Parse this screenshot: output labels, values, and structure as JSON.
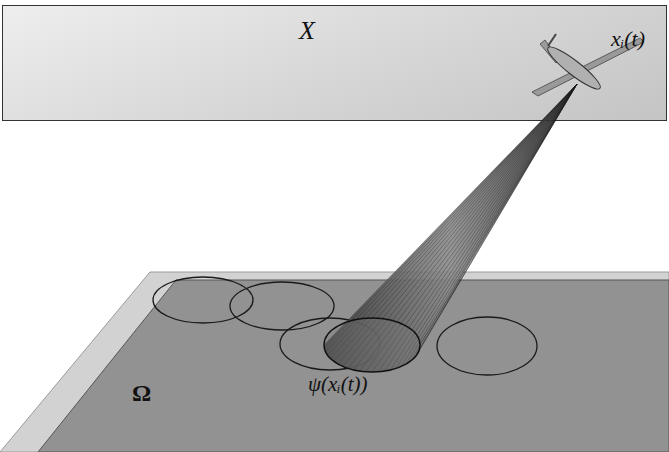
{
  "diagram": {
    "nodes": [
      {
        "text": [
          "X"
        ]
      },
      {
        "text": [
          "Ω"
        ]
      }
    ],
    "labels": [
      "xᵢ(t)",
      "ψ(xᵢ(t))"
    ]
  }
}
